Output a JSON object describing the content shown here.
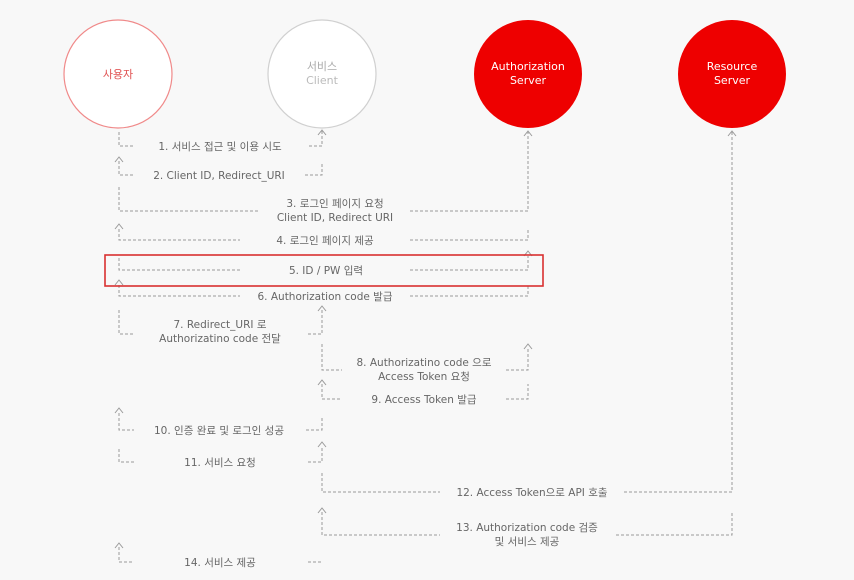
{
  "actors": [
    {
      "id": "user",
      "line1": "사용자",
      "line2": ""
    },
    {
      "id": "client",
      "line1": "서비스",
      "line2": "Client"
    },
    {
      "id": "auth",
      "line1": "Authorization",
      "line2": "Server"
    },
    {
      "id": "resource",
      "line1": "Resource",
      "line2": "Server"
    }
  ],
  "steps": [
    {
      "id": "s1",
      "line1": "1. 서비스 접근 및 이용 시도",
      "line2": ""
    },
    {
      "id": "s2",
      "line1": "2. Client ID, Redirect_URI",
      "line2": ""
    },
    {
      "id": "s3",
      "line1": "3. 로그인 페이지 요청",
      "line2": "Client ID, Redirect URI"
    },
    {
      "id": "s4",
      "line1": "4. 로그인 페이지 제공",
      "line2": ""
    },
    {
      "id": "s5",
      "line1": "5. ID / PW 입력",
      "line2": ""
    },
    {
      "id": "s6",
      "line1": "6. Authorization code 발급",
      "line2": ""
    },
    {
      "id": "s7",
      "line1": "7. Redirect_URI 로",
      "line2": "Authorizatino code 전달"
    },
    {
      "id": "s8",
      "line1": "8. Authorizatino code 으로",
      "line2": "Access Token 요청"
    },
    {
      "id": "s9",
      "line1": "9. Access Token 발급",
      "line2": ""
    },
    {
      "id": "s10",
      "line1": "10. 인증 완료 및 로그인 성공",
      "line2": ""
    },
    {
      "id": "s11",
      "line1": "11. 서비스 요청",
      "line2": ""
    },
    {
      "id": "s12",
      "line1": "12. Access Token으로 API 호출",
      "line2": ""
    },
    {
      "id": "s13",
      "line1": "13. Authorization code 검증",
      "line2": "및 서비스 제공"
    },
    {
      "id": "s14",
      "line1": "14. 서비스 제공",
      "line2": ""
    }
  ],
  "highlighted_step": "s5",
  "colors": {
    "user_outline": "#f08a8a",
    "client_outline": "#d0d0d0",
    "server_fill": "#ee0000",
    "highlight": "#d93030",
    "line": "#9a9a9a",
    "text": "#666666"
  }
}
